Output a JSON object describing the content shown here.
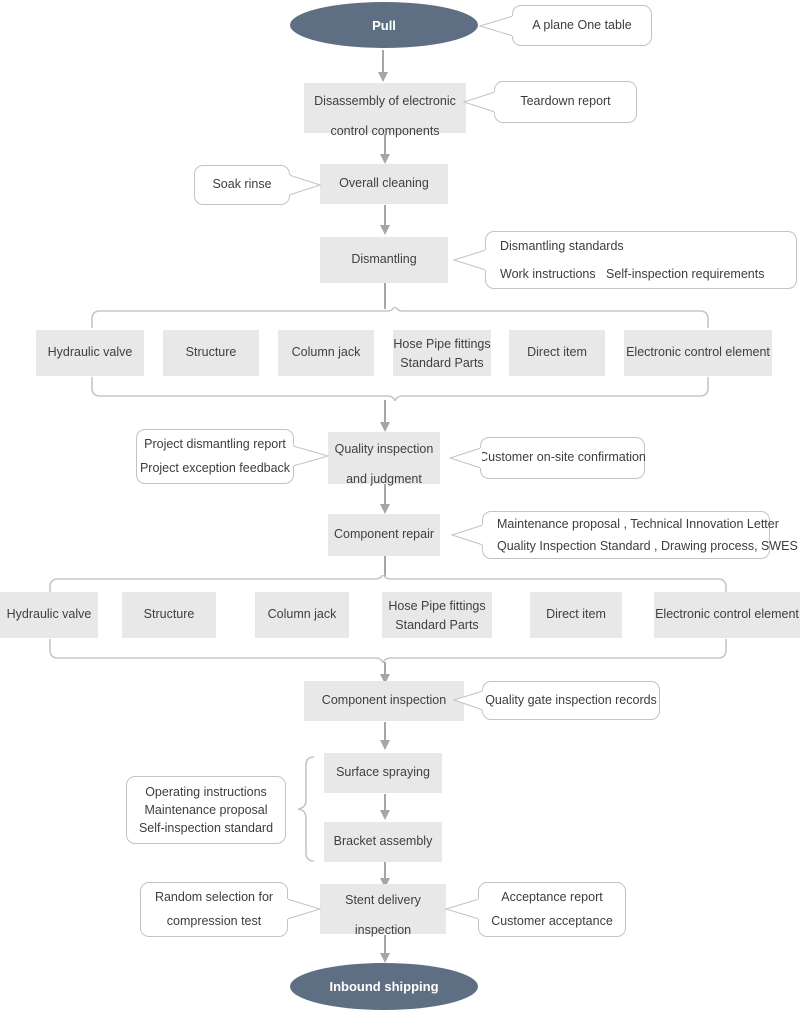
{
  "diagram": {
    "title_flow": "Remanufacturing disassembly and assembly process flow",
    "start": {
      "label": "Pull"
    },
    "end": {
      "label": "Inbound shipping"
    },
    "steps": [
      {
        "id": "disassembly",
        "line1": "Disassembly of electronic",
        "line2": "control components"
      },
      {
        "id": "overall-cleaning",
        "label": "Overall cleaning"
      },
      {
        "id": "dismantling",
        "label": "Dismantling"
      },
      {
        "id": "quality-inspection",
        "line1": "Quality inspection",
        "line2": "and judgment"
      },
      {
        "id": "component-repair",
        "label": "Component repair"
      },
      {
        "id": "component-inspection",
        "label": "Component inspection"
      },
      {
        "id": "surface-spraying",
        "label": "Surface spraying"
      },
      {
        "id": "bracket-assembly",
        "label": "Bracket assembly"
      },
      {
        "id": "stent-delivery",
        "line1": "Stent delivery",
        "line2": "inspection"
      }
    ],
    "parts_row_one": [
      {
        "label": "Hydraulic valve"
      },
      {
        "label": "Structure"
      },
      {
        "label": "Column jack"
      },
      {
        "line1": "Hose  Pipe fittings",
        "line2": "Standard Parts"
      },
      {
        "label": "Direct item"
      },
      {
        "label": "Electronic control element"
      }
    ],
    "parts_row_two": [
      {
        "label": "Hydraulic valve"
      },
      {
        "label": "Structure"
      },
      {
        "label": "Column jack"
      },
      {
        "line1": "Hose  Pipe fittings",
        "line2": "Standard Parts"
      },
      {
        "label": "Direct item"
      },
      {
        "label": "Electronic control element"
      }
    ],
    "callouts": {
      "a_plane_one_table": {
        "lines": [
          "A plane One table"
        ]
      },
      "teardown_report": {
        "lines": [
          "Teardown report"
        ]
      },
      "soak_rinse": {
        "lines": [
          "Soak rinse"
        ]
      },
      "dismantling_standards": {
        "lines": [
          "Dismantling standards",
          "Work instructions   Self-inspection requirements"
        ]
      },
      "project_reports": {
        "lines": [
          "Project dismantling report",
          "Project exception feedback"
        ]
      },
      "customer_onsite": {
        "lines": [
          "Customer on-site confirmation"
        ]
      },
      "repair_standards": {
        "lines": [
          "Maintenance proposal , Technical Innovation Letter",
          "Quality Inspection Standard , Drawing process, SWES"
        ]
      },
      "quality_gate": {
        "lines": [
          "Quality gate inspection records"
        ]
      },
      "operating_instructions": {
        "lines": [
          "Operating instructions",
          "Maintenance proposal",
          "Self-inspection standard"
        ]
      },
      "random_selection": {
        "lines": [
          "Random selection for",
          "compression test"
        ]
      },
      "acceptance_report": {
        "lines": [
          "Acceptance report",
          "Customer acceptance"
        ]
      }
    },
    "colors": {
      "terminator_fill": "#5f6f83",
      "node_fill": "#e8e8e8",
      "callout_border": "#c3c3c3",
      "connector": "#a6a6a6",
      "text": "#3d3d3d"
    }
  }
}
